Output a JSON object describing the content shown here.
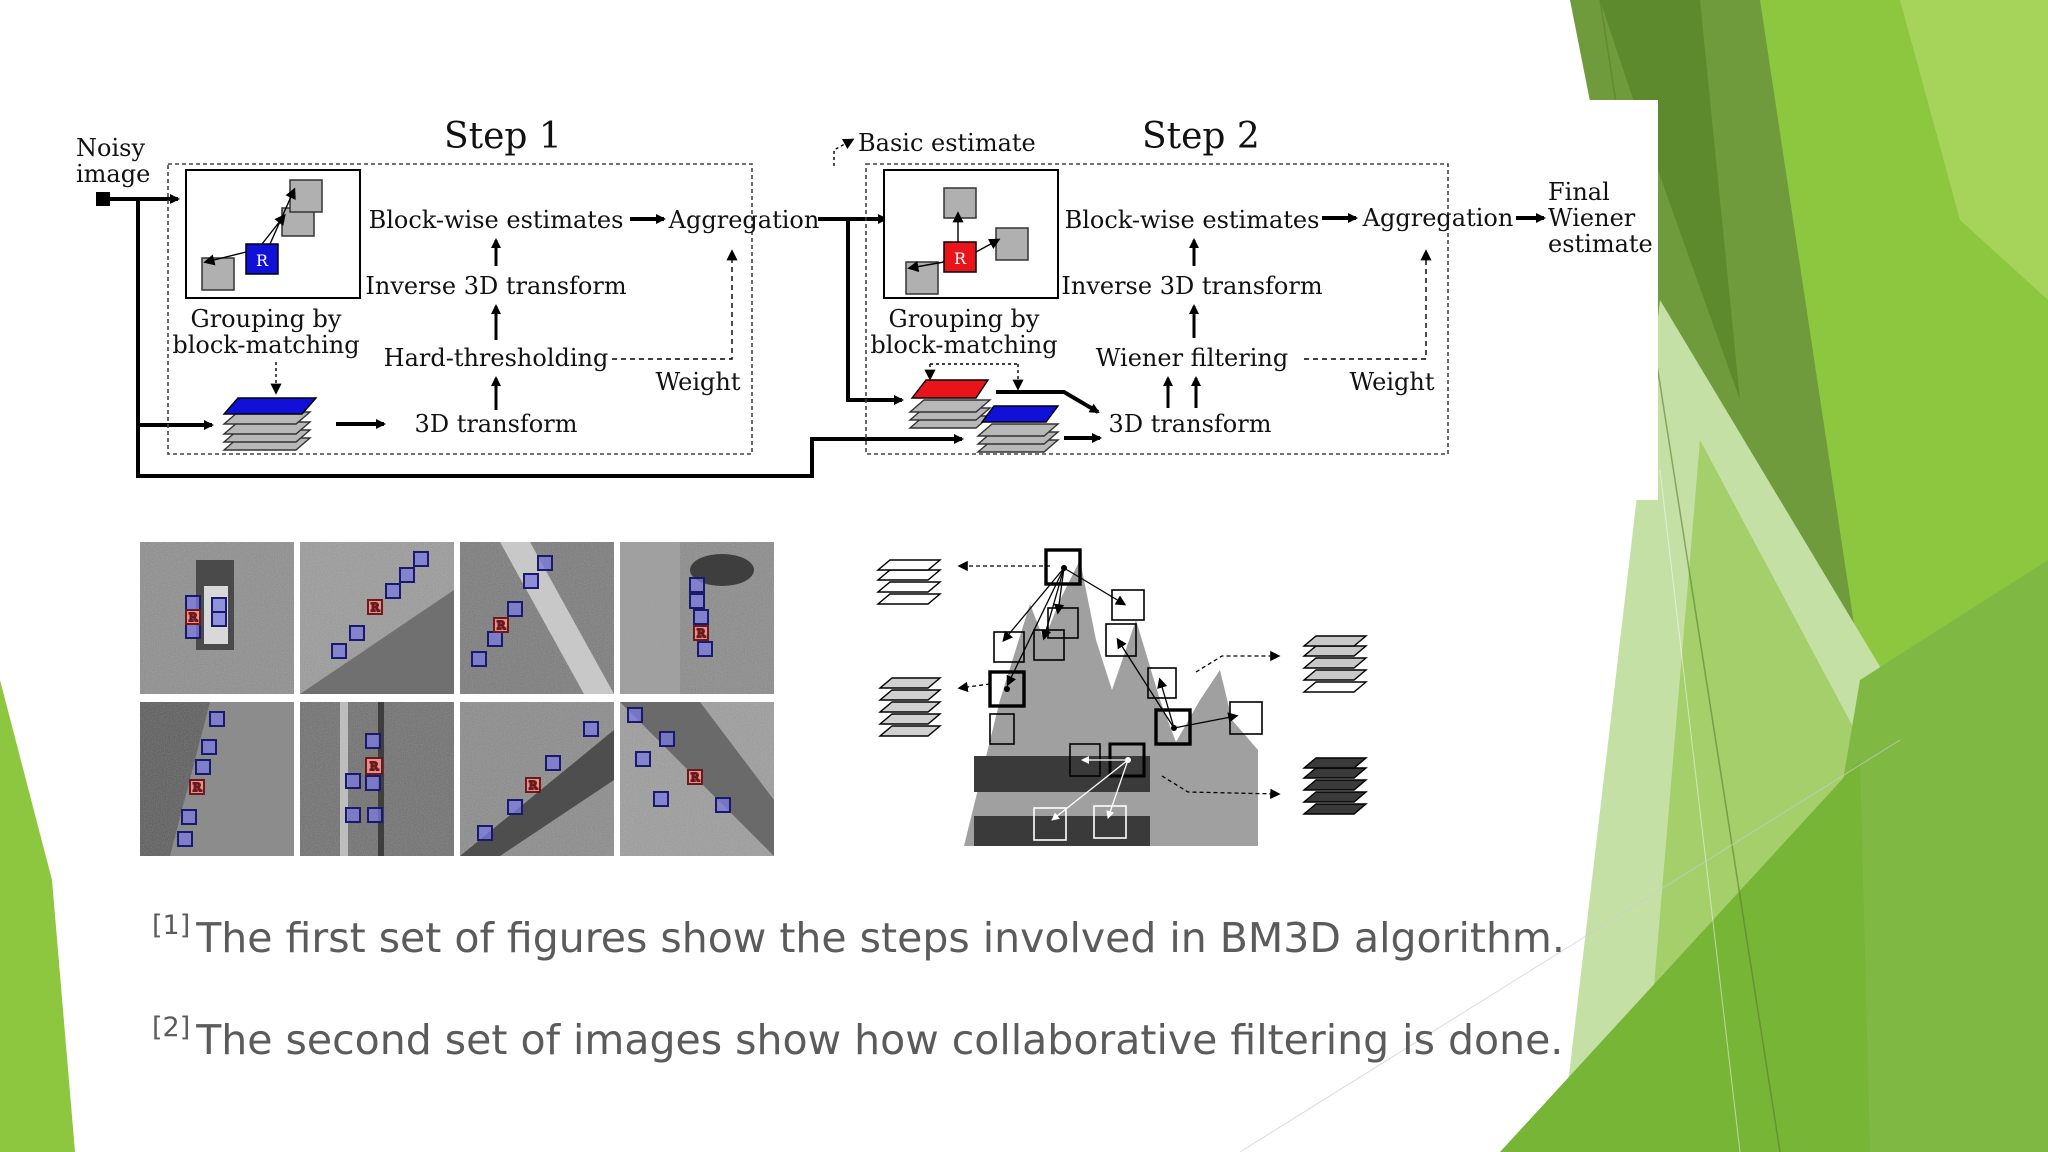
{
  "diagram": {
    "input_label_line1": "Noisy",
    "input_label_line2": "image",
    "step1": {
      "title": "Step 1",
      "grouping_line1": "Grouping by",
      "grouping_line2": "block-matching",
      "reference_mark": "R",
      "block_estimates": "Block-wise estimates",
      "aggregation": "Aggregation",
      "inverse_transform": "Inverse 3D transform",
      "thresholding": "Hard-thresholding",
      "weight": "Weight",
      "transform": "3D transform"
    },
    "basic_estimate": "Basic estimate",
    "step2": {
      "title": "Step 2",
      "grouping_line1": "Grouping by",
      "grouping_line2": "block-matching",
      "reference_mark": "R",
      "block_estimates": "Block-wise estimates",
      "aggregation": "Aggregation",
      "inverse_transform": "Inverse 3D transform",
      "filtering": "Wiener filtering",
      "weight": "Weight",
      "transform": "3D transform"
    },
    "output_line1": "Final",
    "output_line2": "Wiener",
    "output_line3": "estimate"
  },
  "patch_mark": "R",
  "captions": [
    {
      "ref": "[1]",
      "text": "The first set of figures show the steps involved in BM3D algorithm."
    },
    {
      "ref": "[2]",
      "text": "The second set of images show how collaborative filtering is done."
    }
  ],
  "colors": {
    "green_dark": "#6f9b3c",
    "green_mid": "#8dc63f",
    "green_light": "#c5e0a5",
    "caption_text": "#5b5b5b",
    "reference_red": "#e8141a",
    "reference_blue": "#1010d8"
  }
}
